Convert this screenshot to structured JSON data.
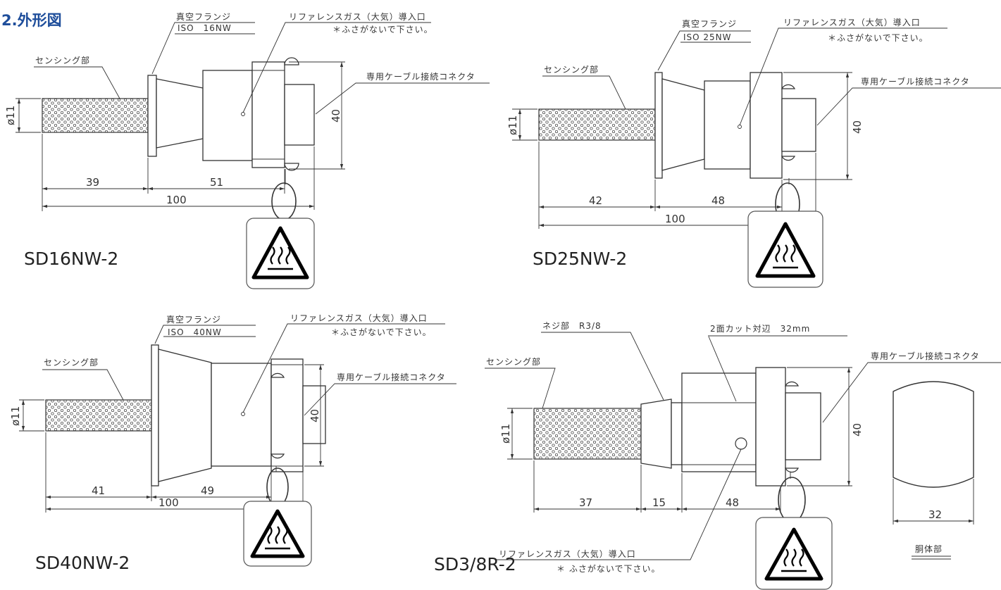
{
  "heading": "2.外形図",
  "common": {
    "sensing_label": "センシング部",
    "vacuum_flange": "真空フランジ",
    "ref_gas_inlet": "リファレンスガス（大気）導入口",
    "do_not_block": "＊ふさがないで下さい。",
    "connector": "専用ケーブル接続コネクタ",
    "dia": "ø11",
    "height": "40",
    "total": "100"
  },
  "sd16": {
    "model": "SD16NW-2",
    "flange_spec": "ISO　16NW",
    "dim_a": "39",
    "dim_b": "51"
  },
  "sd25": {
    "model": "SD25NW-2",
    "flange_spec": "ISO 25NW",
    "dim_a": "42",
    "dim_b": "48"
  },
  "sd40": {
    "model": "SD40NW-2",
    "flange_spec": "ISO　40NW",
    "dim_a": "41",
    "dim_b": "49"
  },
  "sd38": {
    "model": "SD3/8R-2",
    "thread": "ネジ部　R3/8",
    "two_face": "2面カット対辺　32mm",
    "do_not_block": "＊ ふさがないで下さい。",
    "dim_a": "37",
    "dim_b": "15",
    "dim_c": "48",
    "body_width": "32",
    "body_label": "胴体部"
  }
}
